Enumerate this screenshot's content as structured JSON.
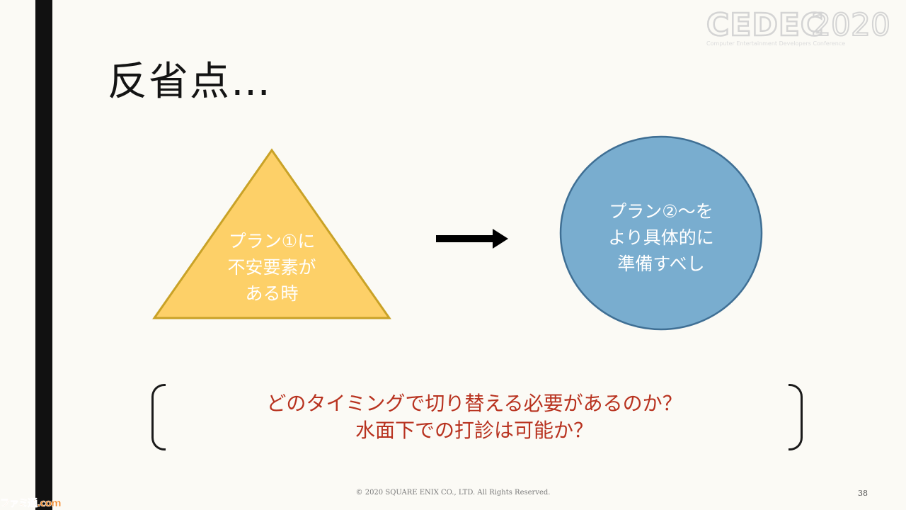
{
  "slide": {
    "title": "反省点…",
    "logo": {
      "brand": "CEDEC",
      "year": "2020",
      "tagline": "Computer Entertainment Developers Conference"
    },
    "diagram": {
      "triangle": {
        "lines": [
          "プラン①に",
          "不安要素が",
          "ある時"
        ],
        "fill": "#fdd068",
        "stroke": "#c9a227"
      },
      "arrow": {
        "color": "#000000"
      },
      "circle": {
        "lines": [
          "プラン②～を",
          "より具体的に",
          "準備すべし"
        ],
        "fill": "#79adcf",
        "stroke": "#3f6f94"
      }
    },
    "questions": {
      "line1": "どのタイミングで切り替える必要があるのか？",
      "line2": "水面下での打診は可能か？",
      "color": "#b8321f"
    },
    "footer": {
      "copyright": "© 2020 SQUARE ENIX CO., LTD. All Rights Reserved.",
      "page_number": "38"
    },
    "watermark": "ファミ通.com"
  }
}
